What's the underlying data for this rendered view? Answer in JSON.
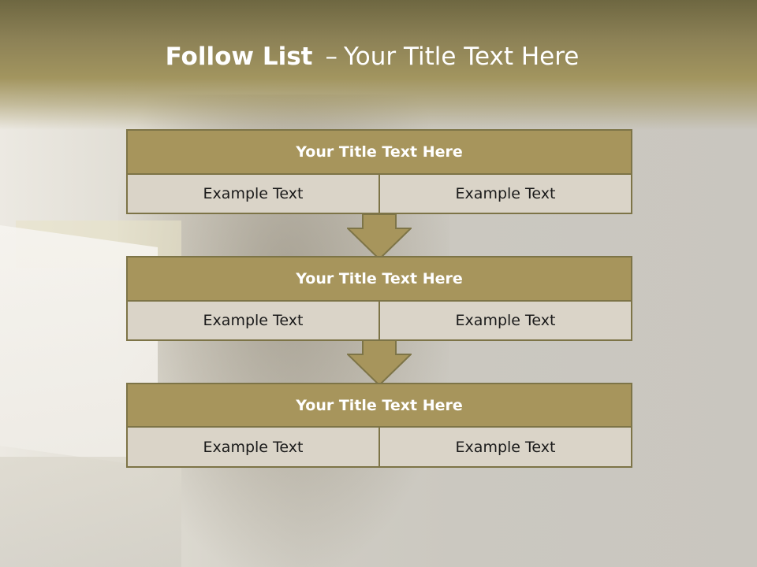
{
  "slide": {
    "title_strong": "Follow List",
    "title_dash": "–",
    "title_rest": "Your Title Text Here"
  },
  "steps": [
    {
      "title": "Your Title Text Here",
      "left": "Example Text",
      "right": "Example Text"
    },
    {
      "title": "Your Title Text Here",
      "left": "Example Text",
      "right": "Example Text"
    },
    {
      "title": "Your Title Text Here",
      "left": "Example Text",
      "right": "Example Text"
    }
  ],
  "colors": {
    "accent": "#a7955c",
    "border": "#7d7447",
    "cell_bg": "#dad4c8"
  }
}
